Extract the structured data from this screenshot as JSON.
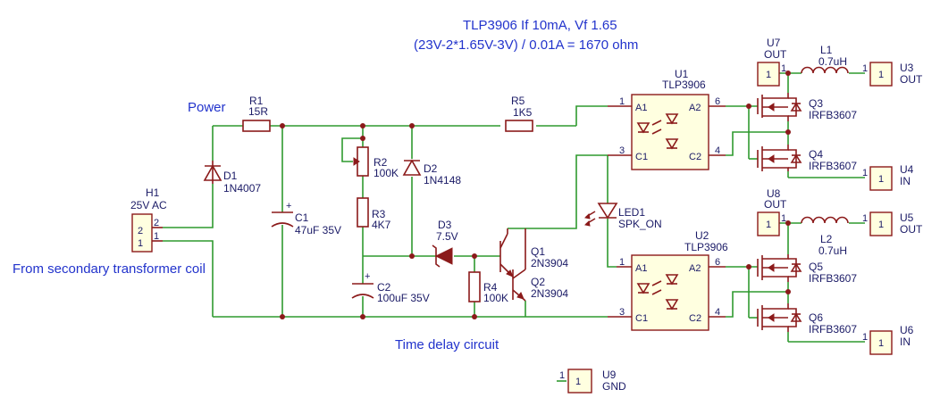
{
  "notes": {
    "title1": "TLP3906 If 10mA, Vf 1.65",
    "title2": "(23V-2*1.65V-3V) / 0.01A = 1670 ohm",
    "power": "Power",
    "from_coil": "From secondary transformer coil",
    "delay": "Time delay circuit"
  },
  "parts": {
    "h1": {
      "ref": "H1",
      "value": "25V AC",
      "pin2": "2",
      "pin1": "1"
    },
    "r1": {
      "ref": "R1",
      "value": "15R"
    },
    "d1": {
      "ref": "D1",
      "value": "1N4007"
    },
    "c1": {
      "ref": "C1",
      "value": "47uF 35V"
    },
    "r2": {
      "ref": "R2",
      "value": "100K"
    },
    "r3": {
      "ref": "R3",
      "value": "4K7"
    },
    "d2": {
      "ref": "D2",
      "value": "1N4148"
    },
    "c2": {
      "ref": "C2",
      "value": "100uF 35V"
    },
    "d3": {
      "ref": "D3",
      "value": "7.5V"
    },
    "r4": {
      "ref": "R4",
      "value": "100K"
    },
    "q1": {
      "ref": "Q1",
      "value": "2N3904"
    },
    "q2": {
      "ref": "Q2",
      "value": "2N3904"
    },
    "r5": {
      "ref": "R5",
      "value": "1K5"
    },
    "led1": {
      "ref": "LED1",
      "value": "SPK_ON"
    },
    "u1": {
      "ref": "U1",
      "value": "TLP3906",
      "a1": "A1",
      "c1": "C1",
      "a2": "A2",
      "c2": "C2",
      "p1": "1",
      "p3": "3",
      "p6": "6",
      "p4": "4"
    },
    "u2": {
      "ref": "U2",
      "value": "TLP3906",
      "a1": "A1",
      "c1": "C1",
      "a2": "A2",
      "c2": "C2",
      "p1": "1",
      "p3": "3",
      "p6": "6",
      "p4": "4"
    },
    "q3": {
      "ref": "Q3",
      "value": "IRFB3607"
    },
    "q4": {
      "ref": "Q4",
      "value": "IRFB3607"
    },
    "q5": {
      "ref": "Q5",
      "value": "IRFB3607"
    },
    "q6": {
      "ref": "Q6",
      "value": "IRFB3607"
    },
    "u7": {
      "ref": "U7",
      "value": "OUT",
      "pin": "1"
    },
    "u8": {
      "ref": "U8",
      "value": "OUT",
      "pin": "1"
    },
    "l1": {
      "ref": "L1",
      "value": "0.7uH"
    },
    "l2": {
      "ref": "L2",
      "value": "0.7uH"
    },
    "u3": {
      "ref": "U3",
      "value": "OUT",
      "pin": "1"
    },
    "u4": {
      "ref": "U4",
      "value": "IN",
      "pin": "1"
    },
    "u5": {
      "ref": "U5",
      "value": "OUT",
      "pin": "1"
    },
    "u6": {
      "ref": "U6",
      "value": "IN",
      "pin": "1"
    },
    "u9": {
      "ref": "U9",
      "value": "GND",
      "pin": "1"
    }
  },
  "colors": {
    "wire": "#2f9a2f",
    "component": "#8b1a1a",
    "label": "#1a1a66",
    "note": "#2233cc",
    "connector_fill": "#ffffe0"
  }
}
